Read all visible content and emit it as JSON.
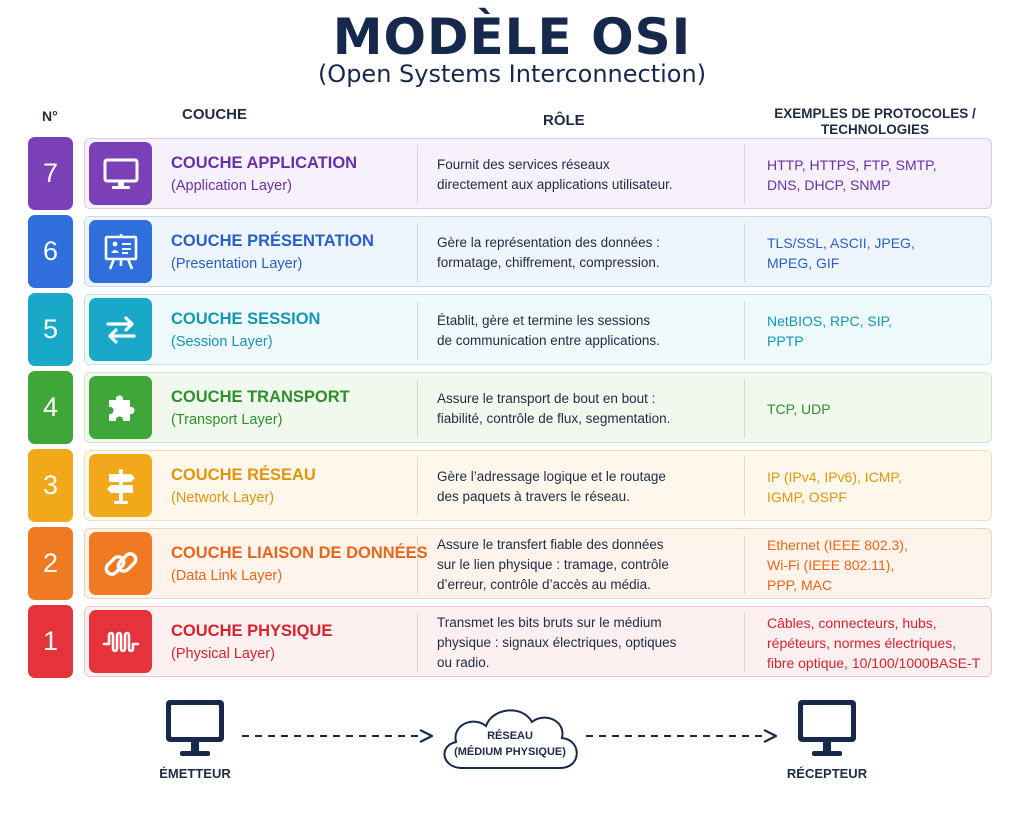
{
  "title": "MODÈLE OSI",
  "subtitle": "(Open Systems Interconnection)",
  "headers": {
    "number": "N°",
    "layer": "COUCHE",
    "role": "RÔLE",
    "examples": "EXEMPLES DE PROTOCOLES / TECHNOLOGIES"
  },
  "layers": [
    {
      "number": "7",
      "name": "COUCHE APPLICATION",
      "english": "(Application Layer)",
      "icon": "monitor-icon",
      "role": "Fournit des services réseaux\ndirectement aux applications utilisateur.",
      "examples": "HTTP, HTTPS, FTP, SMTP,\nDNS, DHCP, SNMP",
      "color": "#7b3fb8",
      "text_color": "#6a2fa8",
      "bg": "#f7f1fc",
      "border": "#dcc8ef"
    },
    {
      "number": "6",
      "name": "COUCHE PRÉSENTATION",
      "english": "(Presentation Layer)",
      "icon": "presentation-board-icon",
      "role": "Gère la représentation des données :\nformatage, chiffrement, compression.",
      "examples": "TLS/SSL, ASCII, JPEG,\nMPEG, GIF",
      "color": "#2f6fdc",
      "text_color": "#2761c8",
      "bg": "#eff5fd",
      "border": "#c5d9f5"
    },
    {
      "number": "5",
      "name": "COUCHE SESSION",
      "english": "(Session Layer)",
      "icon": "exchange-arrows-icon",
      "role": "Établit, gère et termine les sessions\nde communication entre applications.",
      "examples": "NetBIOS, RPC, SIP,\nPPTP",
      "color": "#1aa8c9",
      "text_color": "#1596b5",
      "bg": "#eefafc",
      "border": "#bfe6ef"
    },
    {
      "number": "4",
      "name": "COUCHE TRANSPORT",
      "english": "(Transport Layer)",
      "icon": "puzzle-icon",
      "role": "Assure le transport de bout en bout :\nfiabilité, contrôle de flux, segmentation.",
      "examples": "TCP, UDP",
      "color": "#3fa63a",
      "text_color": "#2f8f2c",
      "bg": "#f1f9ef",
      "border": "#cbe8c6"
    },
    {
      "number": "3",
      "name": "COUCHE RÉSEAU",
      "english": "(Network Layer)",
      "icon": "signpost-icon",
      "role": "Gère l’adressage logique et le routage\ndes paquets à travers le réseau.",
      "examples": "IP (IPv4, IPv6), ICMP,\nIGMP, OSPF",
      "color": "#f2a81b",
      "text_color": "#e0960c",
      "bg": "#fef8ec",
      "border": "#f5dfae"
    },
    {
      "number": "2",
      "name": "COUCHE LIAISON DE DONNÉES",
      "english": "(Data Link Layer)",
      "icon": "chain-link-icon",
      "role": "Assure le transfert fiable des données\nsur le lien physique : tramage, contrôle\nd’erreur, contrôle d’accès au média.",
      "examples": "Ethernet (IEEE 802.3),\nWi-Fi (IEEE 802.11),\nPPP, MAC",
      "color": "#f07a22",
      "text_color": "#e8661a",
      "bg": "#fef4ec",
      "border": "#f6d3b6"
    },
    {
      "number": "1",
      "name": "COUCHE PHYSIQUE",
      "english": "(Physical Layer)",
      "icon": "signal-wave-icon",
      "role": "Transmet les bits bruts sur le médium\nphysique : signaux électriques, optiques\nou radio.",
      "examples": "Câbles, connecteurs, hubs,\nrépéteurs, normes électriques,\nfibre optique, 10/100/1000BASE-T",
      "color": "#e5323b",
      "text_color": "#d8232c",
      "bg": "#fdf0f0",
      "border": "#f2c6c8"
    }
  ],
  "footer": {
    "sender": "ÉMETTEUR",
    "network_line1": "RÉSEAU",
    "network_line2": "(MÉDIUM PHYSIQUE)",
    "receiver": "RÉCEPTEUR"
  }
}
